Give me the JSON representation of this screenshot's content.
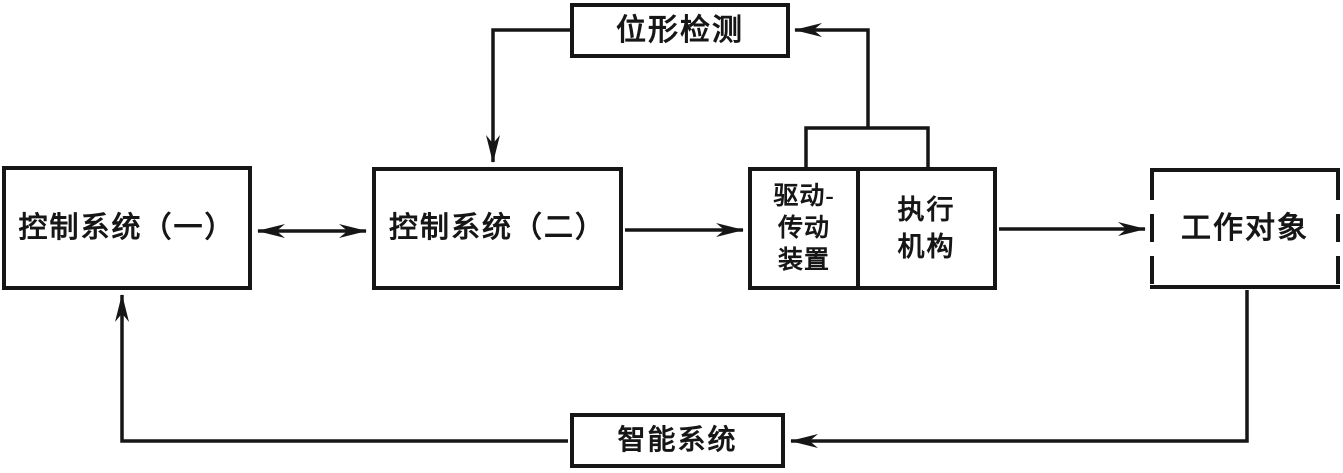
{
  "diagram": {
    "title_hint": "robot-control-system-block-diagram",
    "colors": {
      "background": "#ffffff",
      "line": "#161616",
      "text": "#161616"
    },
    "boxes": {
      "position_detection": {
        "label": "位形检测"
      },
      "control_system_1": {
        "label": "控制系统（一）"
      },
      "control_system_2": {
        "label": "控制系统（二）"
      },
      "drive_transmission": {
        "lines": [
          "驱动-",
          "传动",
          "装置"
        ]
      },
      "actuator": {
        "lines": [
          "执行",
          "机构"
        ]
      },
      "work_object": {
        "label": "工作对象"
      },
      "intelligent_system": {
        "label": "智能系统"
      }
    },
    "connections": [
      {
        "from": "control_system_1",
        "to": "control_system_2",
        "type": "bidirectional-arrow"
      },
      {
        "from": "control_system_2",
        "to": "drive_transmission",
        "type": "arrow"
      },
      {
        "from": "actuator",
        "to": "work_object",
        "type": "arrow"
      },
      {
        "from": "position_detection",
        "to": "control_system_2",
        "type": "arrow"
      },
      {
        "from": "drive_transmission+actuator",
        "to": "position_detection",
        "type": "arrow"
      },
      {
        "from": "work_object",
        "to": "intelligent_system",
        "type": "arrow"
      },
      {
        "from": "intelligent_system",
        "to": "control_system_1",
        "type": "arrow"
      }
    ]
  }
}
